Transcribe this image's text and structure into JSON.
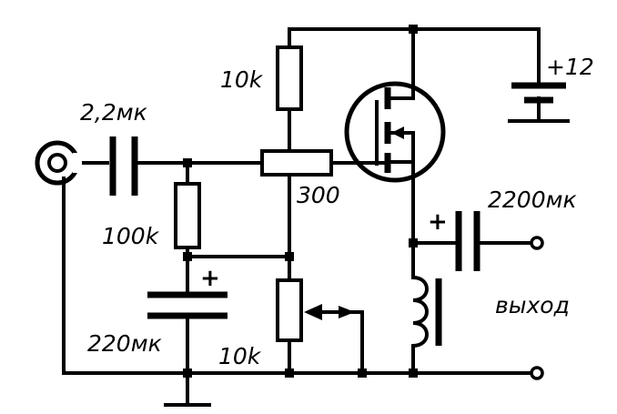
{
  "labels": {
    "r_top": "10k",
    "c_in": "2,2мк",
    "supply": "+12",
    "r_gate": "300",
    "r_bias": "100k",
    "c_out": "2200мк",
    "c_filter": "220мк",
    "r_pot": "10k",
    "output": "выход",
    "plus": "+"
  },
  "colors": {
    "ink": "#000000",
    "paper": "#ffffff"
  }
}
